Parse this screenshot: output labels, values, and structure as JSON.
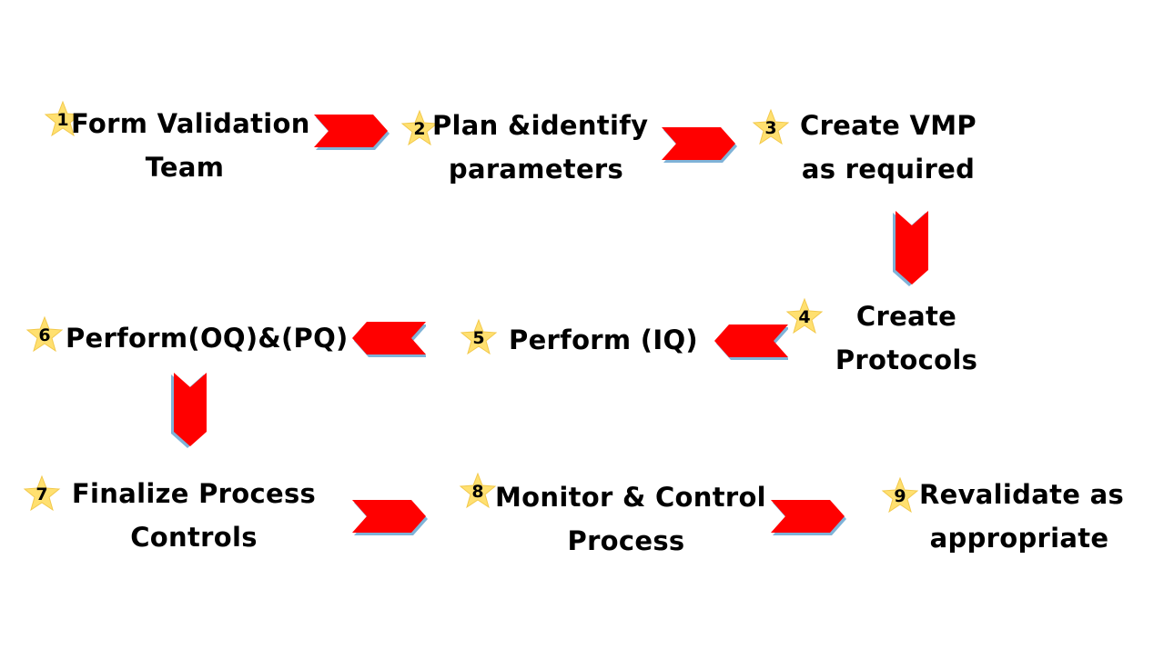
{
  "colors": {
    "arrow": "#ff0000",
    "arrow_shadow": "#7fb3d8",
    "star": "#ffe070",
    "text": "#000000"
  },
  "steps": [
    {
      "number": "1",
      "line1": "Form Validation",
      "line2": "Team"
    },
    {
      "number": "2",
      "line1": "Plan &identify",
      "line2": "parameters"
    },
    {
      "number": "3",
      "line1": "Create VMP",
      "line2": "as required"
    },
    {
      "number": "4",
      "line1": "Create",
      "line2": "Protocols"
    },
    {
      "number": "5",
      "line1": "Perform (IQ)",
      "line2": ""
    },
    {
      "number": "6",
      "line1": "Perform(OQ)&(PQ)",
      "line2": ""
    },
    {
      "number": "7",
      "line1": "Finalize Process",
      "line2": "Controls"
    },
    {
      "number": "8",
      "line1": "Monitor & Control",
      "line2": "Process"
    },
    {
      "number": "9",
      "line1": "Revalidate as",
      "line2": "appropriate"
    }
  ],
  "icons": {
    "step_marker": "star-icon",
    "connector": "chevron-arrow-icon"
  }
}
